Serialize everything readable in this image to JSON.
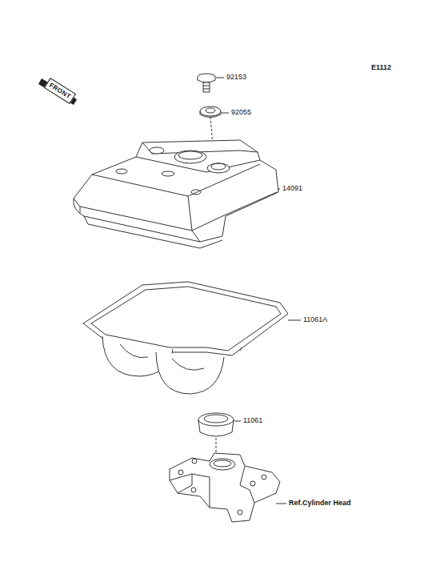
{
  "diagram": {
    "labels": [
      "E1112",
      "FRONT",
      "92153",
      "92055",
      "14091",
      "11061A",
      "11061",
      "Ref.Cylinder Head"
    ]
  }
}
